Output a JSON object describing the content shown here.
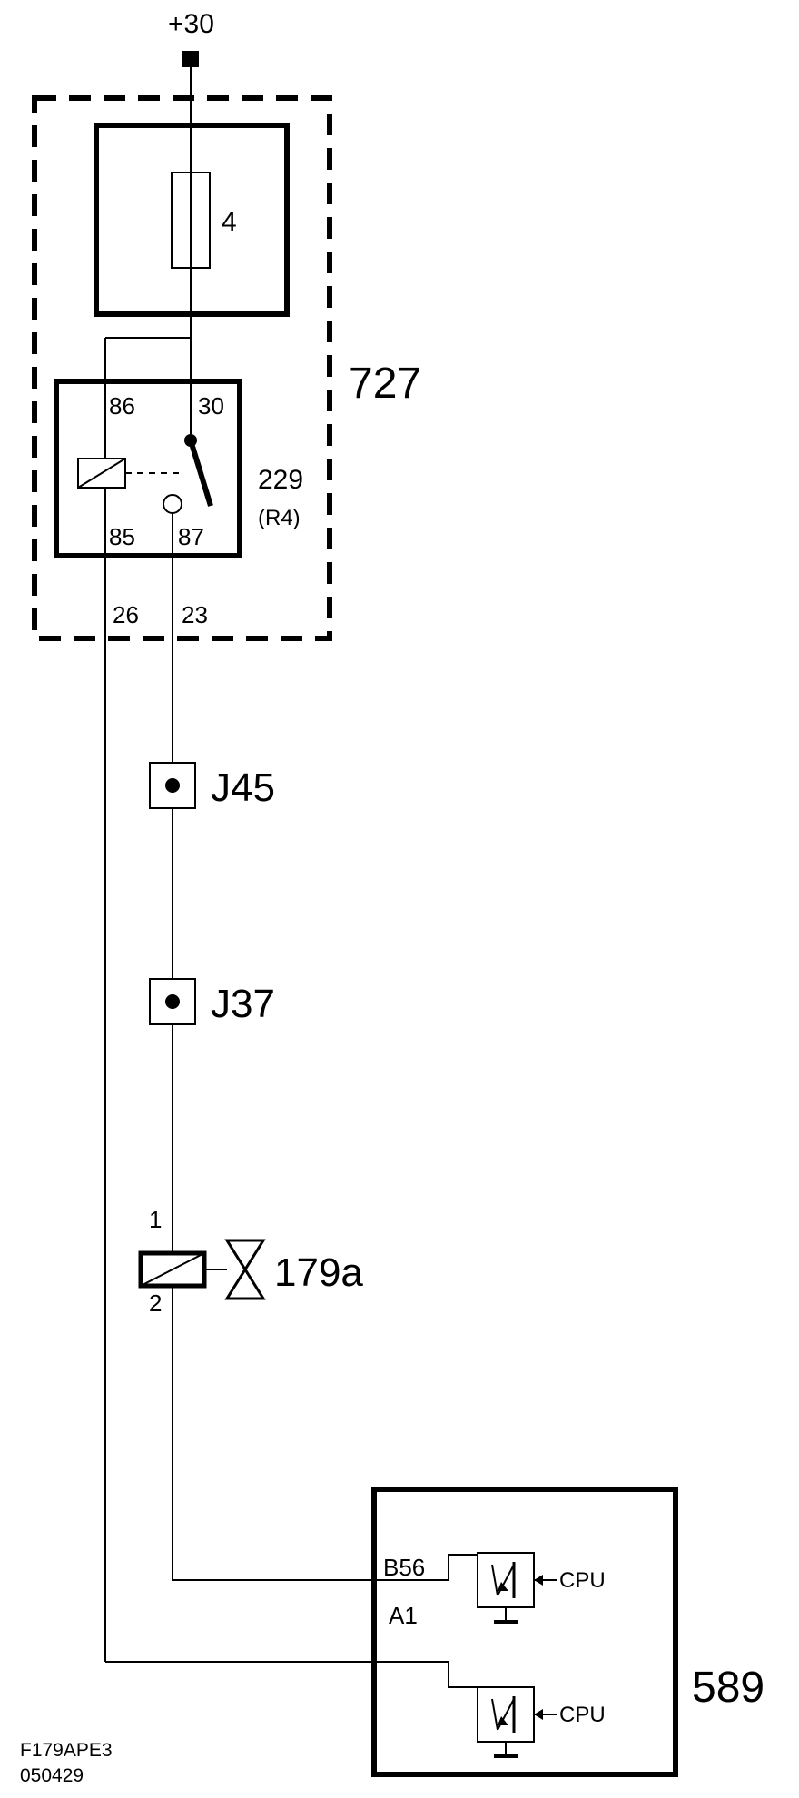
{
  "supply": {
    "label": "+30"
  },
  "fuse": {
    "label": "4"
  },
  "module_727": {
    "label": "727"
  },
  "relay": {
    "label": "229",
    "sublabel": "(R4)",
    "pins": [
      "86",
      "30",
      "85",
      "87"
    ]
  },
  "module_pins": {
    "left": "26",
    "right": "23"
  },
  "connectors": [
    {
      "label": "J45"
    },
    {
      "label": "J37"
    }
  ],
  "valve": {
    "label": "179a",
    "pin_top": "1",
    "pin_bottom": "2"
  },
  "ecu": {
    "label": "589",
    "pins": [
      "B56",
      "A1"
    ],
    "drivers": [
      {
        "label": "CPU"
      },
      {
        "label": "CPU"
      }
    ]
  },
  "footer": {
    "code": "F179APE3",
    "date": "050429"
  }
}
